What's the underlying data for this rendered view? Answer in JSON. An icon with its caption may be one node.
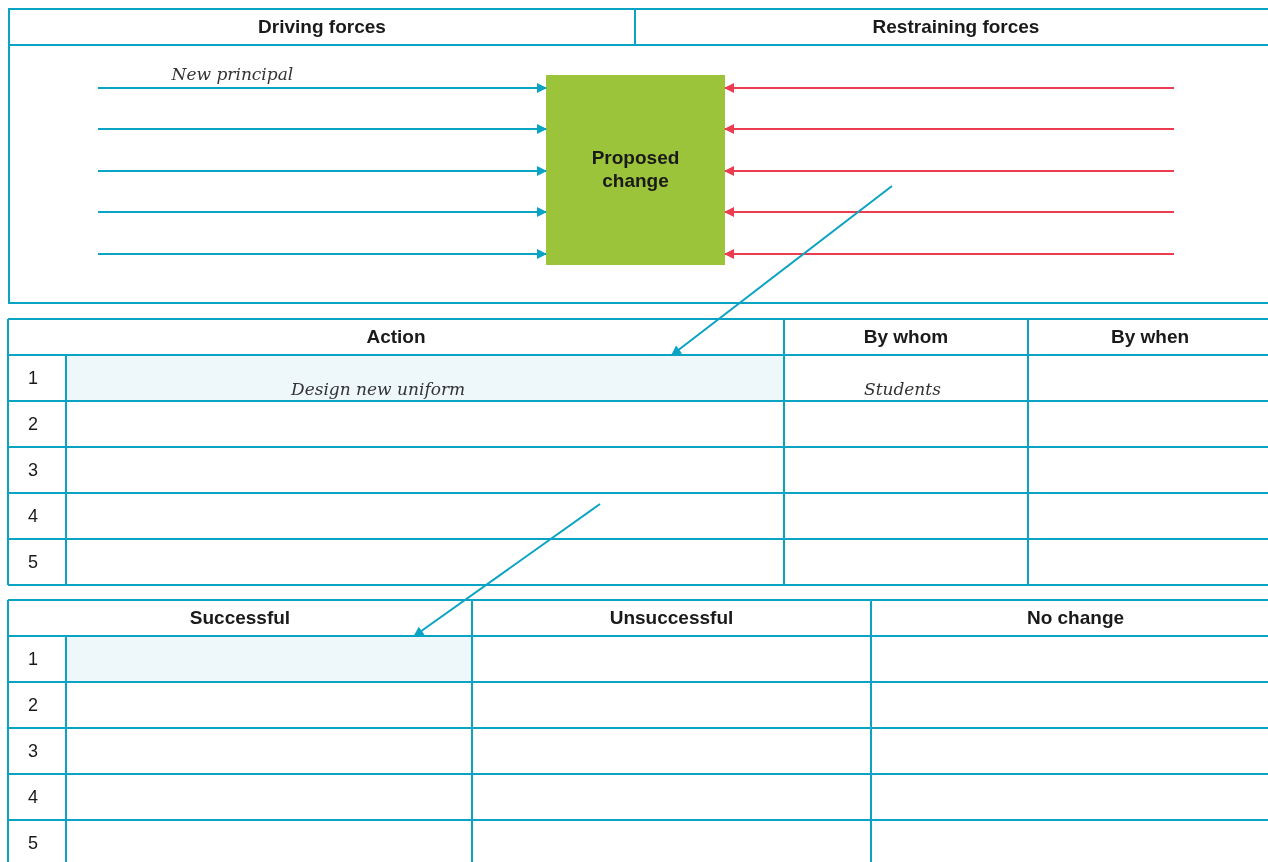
{
  "diagram": {
    "nodes": [
      {
        "text": [
          "Proposed change"
        ]
      },
      {
        "text": [
          "Design new uniform"
        ]
      },
      {
        "text": [],
        "shape": "box"
      }
    ],
    "edges": [
      {
        "from": null,
        "to": 0,
        "arrow": "to",
        "label": "New principal"
      },
      {
        "from": null,
        "to": 0,
        "arrow": "to"
      },
      {
        "from": null,
        "to": 0,
        "arrow": "to"
      },
      {
        "from": null,
        "to": 0,
        "arrow": "to"
      },
      {
        "from": null,
        "to": 0,
        "arrow": "to"
      },
      {
        "from": null,
        "to": 0,
        "arrow": "to",
        "color": "#ec3d50"
      },
      {
        "from": null,
        "to": 0,
        "arrow": "to",
        "color": "#ec3d50"
      },
      {
        "from": null,
        "to": 0,
        "arrow": "to",
        "color": "#ec3d50"
      },
      {
        "from": null,
        "to": 0,
        "arrow": "to",
        "color": "#ec3d50"
      },
      {
        "from": null,
        "to": 0,
        "arrow": "to",
        "color": "#ec3d50"
      },
      {
        "from": null,
        "to": 1,
        "arrow": "to"
      },
      {
        "from": null,
        "to": 2,
        "arrow": "to"
      }
    ],
    "labels": [
      "Driving forces",
      "Restraining forces",
      "Action",
      "By whom",
      "By when",
      "1",
      "Students",
      "2",
      "3",
      "4",
      "5",
      "Successful",
      "Unsuccessful",
      "No change",
      "1",
      "2",
      "3",
      "4",
      "5"
    ]
  }
}
